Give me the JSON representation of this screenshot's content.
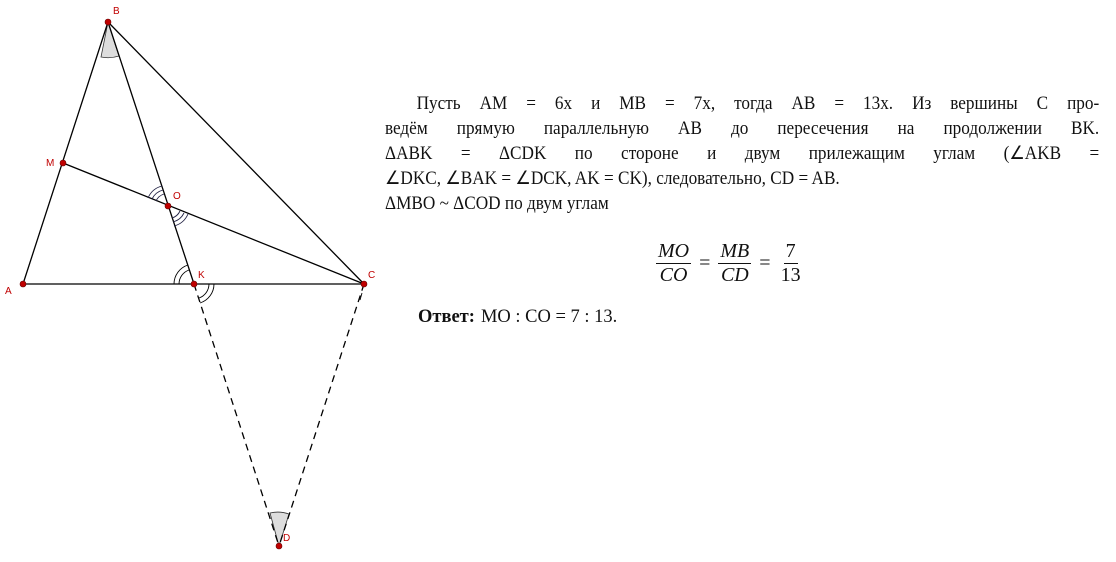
{
  "figure": {
    "points": {
      "A": "A",
      "B": "B",
      "C": "C",
      "D": "D",
      "K": "K",
      "M": "M",
      "O": "O"
    }
  },
  "solution": {
    "lines": [
      "Пусть AM = 6x и MB = 7x, тогда AB = 13x. Из вершины C про-",
      "ведём прямую параллельную AB до пересечения на продолжении BK.",
      "ΔABK = ΔCDK по стороне и двум прилежащим углам (∠AKB =",
      "∠DKC, ∠BAK = ∠DCK, AK = CK), следовательно, CD = AB.",
      "ΔMBO ~ ΔCOD по двум углам"
    ],
    "formula": {
      "frac1_num": "MO",
      "frac1_den": "CO",
      "eq1": "=",
      "frac2_num": "MB",
      "frac2_den": "CD",
      "eq2": "=",
      "frac3_num": "7",
      "frac3_den": "13"
    },
    "answer_label": "Ответ:",
    "answer_value": "MO : CO = 7 : 13."
  }
}
